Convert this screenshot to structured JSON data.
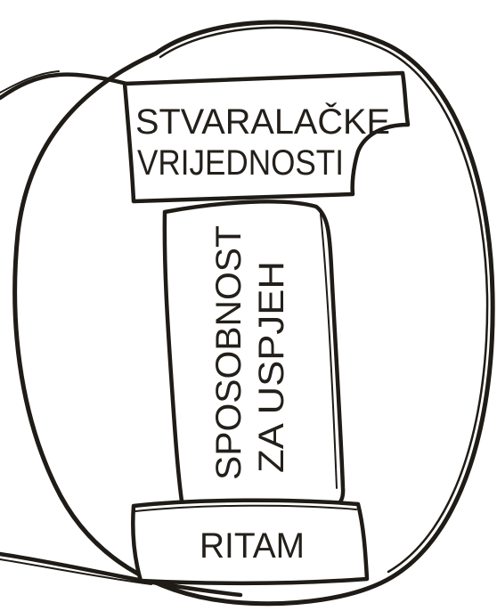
{
  "diagram": {
    "top_label_line1": "STVARALAČKE",
    "top_label_line2": "VRIJEDNOSTI",
    "middle_label_line1": "SPOSOBNOST",
    "middle_label_line2": "ZA USPJEH",
    "bottom_label": "RITAM"
  },
  "colors": {
    "ink": "#1f1b16",
    "background": "#ffffff"
  }
}
